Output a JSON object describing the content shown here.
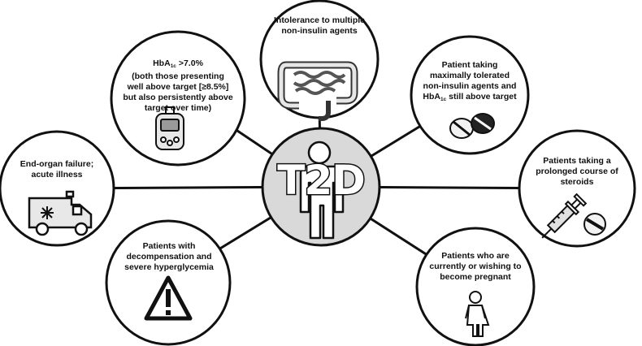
{
  "center": {
    "label": "T2D"
  },
  "nodes": {
    "intolerance": {
      "text": "Intolerance to multiple non-insulin agents",
      "icon": "intestine-icon"
    },
    "hba1c": {
      "line1_pre": "HbA",
      "line1_sub": "1c",
      "line1_post": " >7.0%",
      "rest": "(both those presenting well above target [≥8.5%] but also persistently above target over time)",
      "icon": "glucose-meter-icon"
    },
    "max_agents": {
      "pre": "Patient taking maximally tolerated non-insulin agents and HbA",
      "sub": "1c",
      "post": " still above target",
      "icon": "pills-icon"
    },
    "end_organ": {
      "text": "End-organ failure; acute illness",
      "icon": "ambulance-icon"
    },
    "steroids": {
      "text": "Patients taking a prolonged course of steroids",
      "icon": "syringe-pill-icon"
    },
    "decompensation": {
      "text": "Patients with decompensation and severe hyperglycemia",
      "icon": "warning-icon"
    },
    "pregnant": {
      "text": "Patients who are currently or wishing to become pregnant",
      "icon": "woman-icon"
    }
  }
}
